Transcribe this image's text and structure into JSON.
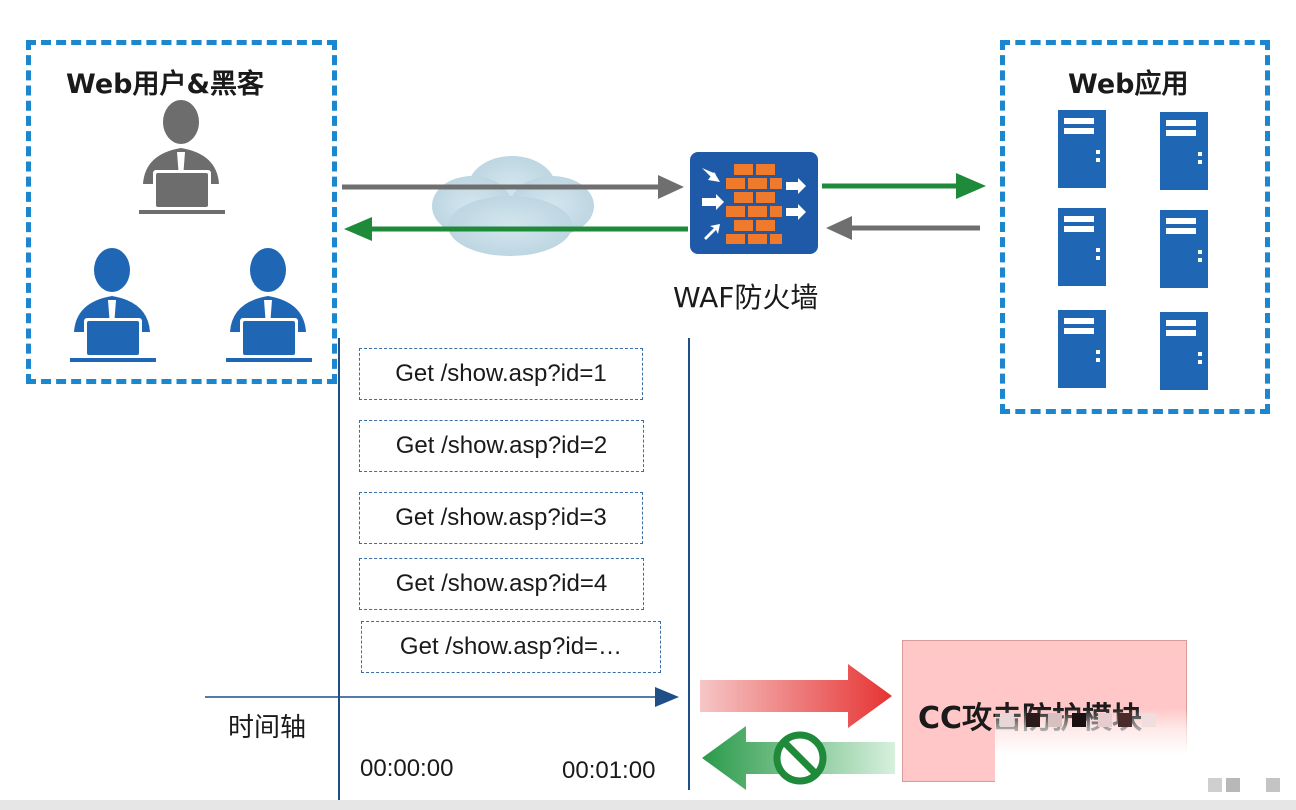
{
  "users_group": {
    "title": "Web用户&黑客"
  },
  "app_group": {
    "title": "Web应用"
  },
  "firewall": {
    "label": "WAF防火墙"
  },
  "requests": [
    "Get /show.asp?id=1",
    "Get /show.asp?id=2",
    "Get /show.asp?id=3",
    "Get /show.asp?id=4",
    "Get /show.asp?id=…"
  ],
  "timeline": {
    "label": "时间轴",
    "start": "00:00:00",
    "end": "00:01:00"
  },
  "cc_module": {
    "label": "CC攻击防护模块"
  },
  "colors": {
    "dashed_border": "#1c86cf",
    "user_gray": "#6d6d6d",
    "user_blue": "#1f67b5",
    "server_blue": "#1f67b5",
    "firewall_bg": "#1f5aa8",
    "brick_orange": "#f07a2c",
    "arrow_gray": "#6f6f6f",
    "arrow_green": "#1e8a3a",
    "cc_box_bg": "#ffc7c7"
  }
}
